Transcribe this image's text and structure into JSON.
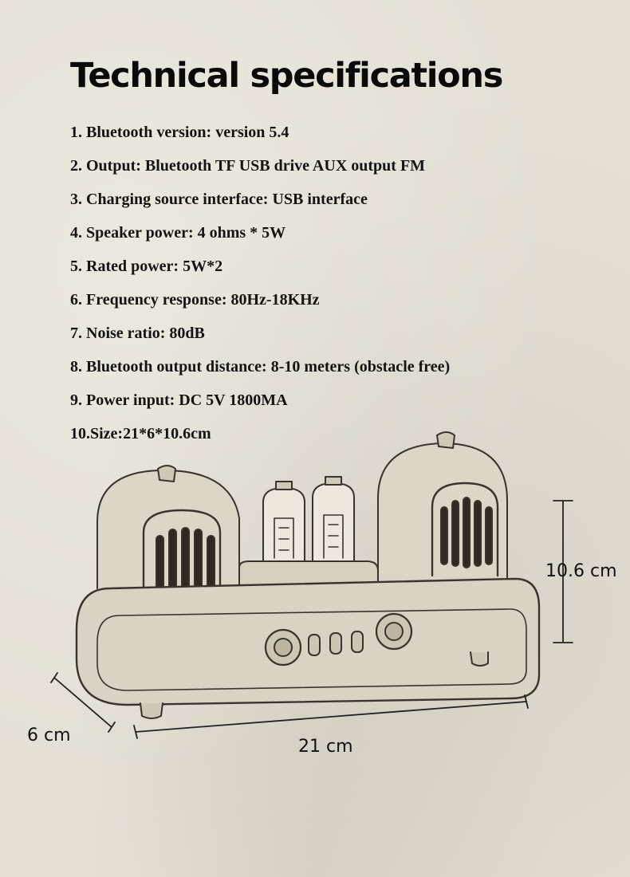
{
  "page": {
    "title": "Technical specifications",
    "specs": [
      "1. Bluetooth version: version 5.4",
      "2. Output: Bluetooth TF USB drive AUX output FM",
      "3. Charging source interface: USB interface",
      "4. Speaker power: 4 ohms * 5W",
      "5. Rated power: 5W*2",
      "6. Frequency response: 80Hz-18KHz",
      "7. Noise ratio: 80dB",
      "8. Bluetooth output distance: 8-10 meters (obstacle free)",
      "9. Power input: DC 5V 1800MA",
      "10.Size:21*6*10.6cm"
    ]
  },
  "dimensions": {
    "height": "10.6 cm",
    "depth": "6 cm",
    "width": "21 cm"
  },
  "colors": {
    "background": "#e4e0d4",
    "text": "#111111",
    "sketch": "#3a352c"
  }
}
